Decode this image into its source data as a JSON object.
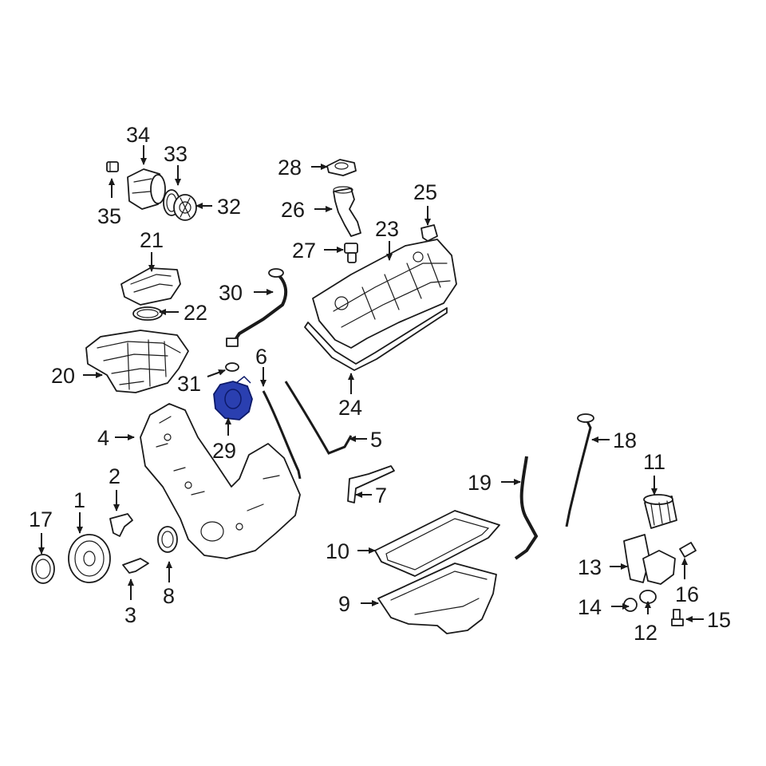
{
  "highlight_color": "#2a3fb0",
  "callouts": {
    "c1": "1",
    "c2": "2",
    "c3": "3",
    "c4": "4",
    "c5": "5",
    "c6": "6",
    "c7": "7",
    "c8": "8",
    "c9": "9",
    "c10": "10",
    "c11": "11",
    "c12": "12",
    "c13": "13",
    "c14": "14",
    "c15": "15",
    "c16": "16",
    "c17": "17",
    "c18": "18",
    "c19": "19",
    "c20": "20",
    "c21": "21",
    "c22": "22",
    "c23": "23",
    "c24": "24",
    "c25": "25",
    "c26": "26",
    "c27": "27",
    "c28": "28",
    "c29": "29",
    "c30": "30",
    "c31": "31",
    "c32": "32",
    "c33": "33",
    "c34": "34",
    "c35": "35"
  }
}
